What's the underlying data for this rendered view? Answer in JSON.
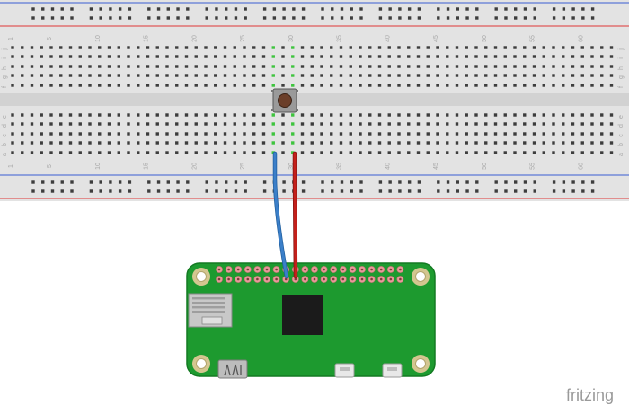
{
  "breadboard": {
    "row_letters_top": [
      "j",
      "i",
      "h",
      "g",
      "f"
    ],
    "row_letters_bottom": [
      "e",
      "d",
      "c",
      "b",
      "a"
    ],
    "column_numbers": [
      "1",
      "5",
      "10",
      "15",
      "20",
      "25",
      "30",
      "35",
      "40",
      "45",
      "50",
      "55",
      "60"
    ]
  },
  "watermark": {
    "text": "fritzing"
  },
  "colors": {
    "breadboard": "#e3e3e3",
    "rail_blue": "#5b78d6",
    "rail_red": "#e05a5a",
    "hole": "#3d3d3d",
    "active_hole": "#3ec43e",
    "wire_blue": "#3b7fc9",
    "wire_red": "#c4201b",
    "pcb": "#1d9a2f",
    "pcb_edge": "#137a22",
    "header_pad": "#e79a9a",
    "chip": "#1b1b1b"
  }
}
